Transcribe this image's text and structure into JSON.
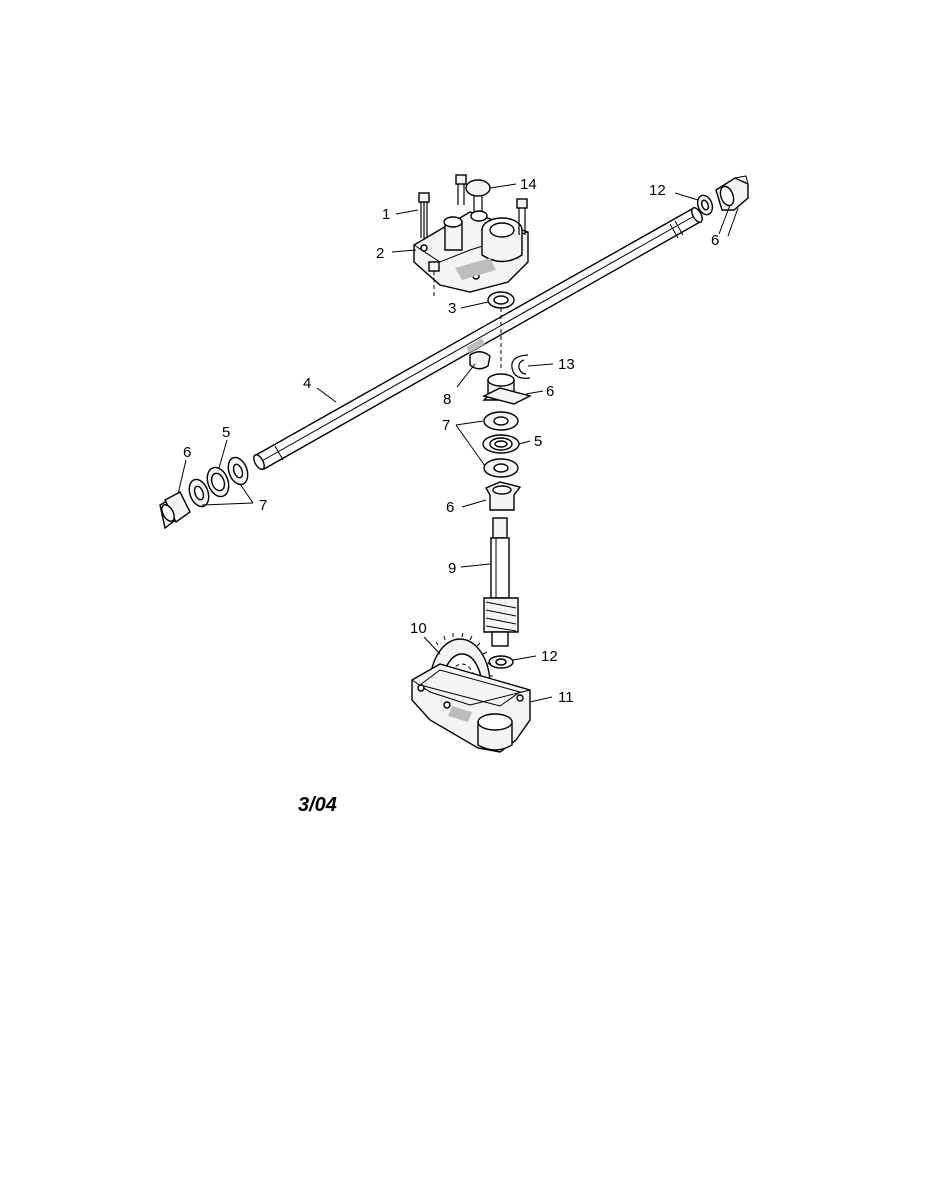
{
  "diagram": {
    "date_code": "3/04",
    "callouts": [
      {
        "id": "c1",
        "text": "1"
      },
      {
        "id": "c2",
        "text": "2"
      },
      {
        "id": "c3",
        "text": "3"
      },
      {
        "id": "c4",
        "text": "4"
      },
      {
        "id": "c5a",
        "text": "5"
      },
      {
        "id": "c5b",
        "text": "5"
      },
      {
        "id": "c6a",
        "text": "6"
      },
      {
        "id": "c6b",
        "text": "6"
      },
      {
        "id": "c6c",
        "text": "6"
      },
      {
        "id": "c6d",
        "text": "6"
      },
      {
        "id": "c7a",
        "text": "7"
      },
      {
        "id": "c7b",
        "text": "7"
      },
      {
        "id": "c8",
        "text": "8"
      },
      {
        "id": "c9",
        "text": "9"
      },
      {
        "id": "c10",
        "text": "10"
      },
      {
        "id": "c11",
        "text": "11"
      },
      {
        "id": "c12a",
        "text": "12"
      },
      {
        "id": "c12b",
        "text": "12"
      },
      {
        "id": "c13",
        "text": "13"
      },
      {
        "id": "c14",
        "text": "14"
      }
    ]
  }
}
